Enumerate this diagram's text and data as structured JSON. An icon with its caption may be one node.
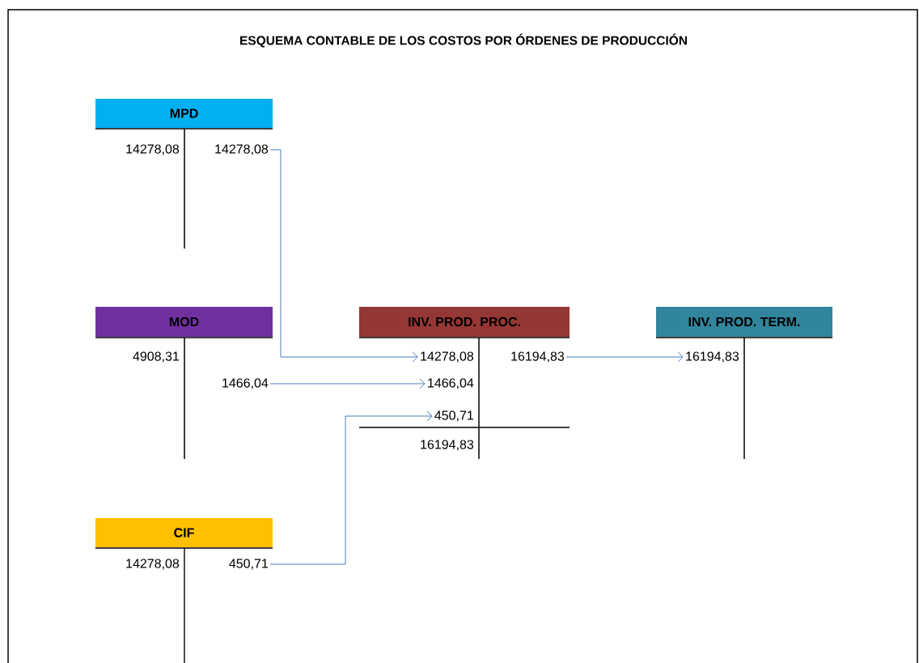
{
  "diagram": {
    "title": "ESQUEMA CONTABLE DE LOS COSTOS POR ÓRDENES DE PRODUCCIÓN",
    "nodes": [
      {
        "text": [
          "MPD"
        ]
      },
      {
        "text": [
          "14278,08"
        ]
      },
      {
        "text": [
          "MOD"
        ]
      },
      {
        "text": [
          "1466,04"
        ]
      },
      {
        "text": [
          "INV. PROD. PROC."
        ]
      },
      {
        "text": [
          "14278,08"
        ]
      },
      {
        "text": [
          "16194,83"
        ]
      },
      {
        "text": [
          "1466,04"
        ]
      },
      {
        "text": [
          "450,71"
        ]
      },
      {
        "text": [
          "INV. PROD. TERM."
        ]
      },
      {
        "text": [
          "16194,83"
        ]
      },
      {
        "text": [
          "CIF"
        ]
      },
      {
        "text": [
          "450,71"
        ]
      }
    ],
    "edges": [
      {
        "from": 1,
        "to": 5,
        "arrow": "to"
      },
      {
        "from": 3,
        "to": 7,
        "arrow": "to"
      },
      {
        "from": 12,
        "to": 8,
        "arrow": "to"
      },
      {
        "from": 6,
        "to": 10,
        "arrow": "to"
      }
    ],
    "labels": [
      "14278,08",
      "4908,31",
      "16194,83",
      "14278,08"
    ]
  }
}
